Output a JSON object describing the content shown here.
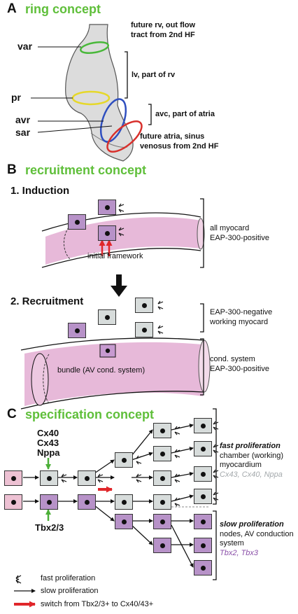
{
  "panelA": {
    "letter": "A",
    "title": "ring concept",
    "labels": {
      "var": "var",
      "pr": "pr",
      "avr": "avr",
      "sar": "sar"
    },
    "notes": {
      "rv_line1": "future rv, out flow",
      "rv_line2": "tract from 2nd HF",
      "lv": "lv, part of rv",
      "avc": "avc, part of atria",
      "atria_line1": "future atria, sinus",
      "atria_line2": "venosus from 2nd HF"
    },
    "colors": {
      "var": "#49b83a",
      "pr": "#e6d82a",
      "avr": "#2f4fbf",
      "sar": "#d8302c"
    }
  },
  "panelB": {
    "letter": "B",
    "title": "recruitment concept",
    "step1": "1. Induction",
    "step2": "2. Recruitment",
    "framework": "initial framework",
    "bundle": "bundle (AV cond. system)",
    "notes": {
      "all_line1": "all myocard",
      "all_line2": "EAP-300-positive",
      "neg_line1": "EAP-300-negative",
      "neg_line2": "working myocard",
      "cond_line1": "cond. system",
      "cond_line2": "EAP-300-positive"
    }
  },
  "panelC": {
    "letter": "C",
    "title": "specification concept",
    "markers_top": [
      "Cx40",
      "Cx43",
      "Nppa"
    ],
    "marker_bottom": "Tbx2/3",
    "fast_title": "fast proliferation",
    "fast_desc": [
      "chamber (working)",
      "myocardium"
    ],
    "fast_genes": "Cx43, Cx40, Nppa",
    "slow_title": "slow proliferation",
    "slow_desc": [
      "nodes, AV conduction",
      "system"
    ],
    "slow_genes": "Tbx2, Tbx3"
  },
  "legend": {
    "fast": "fast proliferation",
    "slow": "slow proliferation",
    "switch": "switch from Tbx2/3+ to Cx40/43+"
  },
  "colors": {
    "accent_green": "#5fbf3a",
    "cell_gray": "#d7dcdb",
    "cell_purple": "#b792c8",
    "cell_pink": "#edc1d3",
    "tube_pink": "#e7b9d9",
    "heart_gray": "#dcdcdc"
  }
}
